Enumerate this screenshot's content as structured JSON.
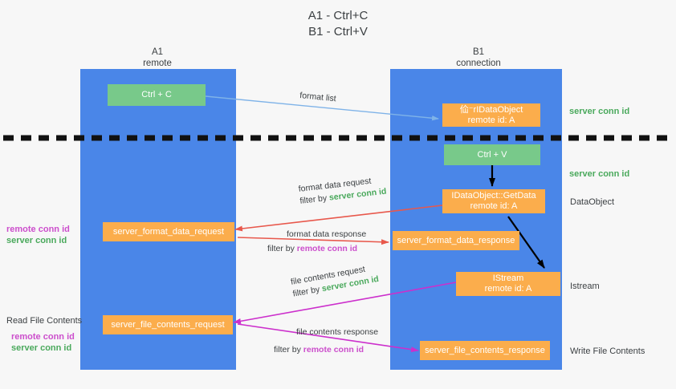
{
  "title": {
    "line1": "A1 - Ctrl+C",
    "line2": "B1 - Ctrl+V"
  },
  "lanes": [
    {
      "name": "A1",
      "sub": "remote"
    },
    {
      "name": "B1",
      "sub": "connection"
    }
  ],
  "boxes": {
    "ctrl_c": "Ctrl + C",
    "ctrl_v": "Ctrl + V",
    "ole_dataobject_line1": "佡⁻rIDataObject",
    "ole_dataobject_line2": "remote id: A",
    "getdata_line1": "IDataObject::GetData",
    "getdata_line2": "remote id: A",
    "istream_line1": "IStream",
    "istream_line2": "remote id: A",
    "server_format_data_request": "server_format_data_request",
    "server_format_data_response": "server_format_data_response",
    "server_file_contents_request": "server_file_contents_request",
    "server_file_contents_response": "server_file_contents_response"
  },
  "edges": {
    "format_list": "format list",
    "format_data_request": "format data request",
    "format_data_request_filter_prefix": "filter by ",
    "format_data_request_filter_key": "server conn id",
    "format_data_response": "format data response",
    "format_data_response_filter_prefix": "filter by ",
    "format_data_response_filter_key": "remote conn id",
    "file_contents_request": "file contents request",
    "file_contents_request_filter_prefix": "filter by ",
    "file_contents_request_filter_key": "server conn id",
    "file_contents_response": "file contents response",
    "file_contents_response_filter_prefix": "filter by ",
    "file_contents_response_filter_key": "remote conn id"
  },
  "right_labels": {
    "server_conn_id_top": "server conn id",
    "server_conn_id_mid": "server conn id",
    "dataobject": "DataObject",
    "istream": "Istream",
    "write_file_contents": "Write File Contents"
  },
  "left_labels": {
    "remote_conn_id_1": "remote conn id",
    "server_conn_id_1": "server conn id",
    "read_file_contents": "Read File Contents",
    "remote_conn_id_2": "remote conn id",
    "server_conn_id_2": "server conn id"
  },
  "colors": {
    "lane": "#4a86e8",
    "green_box": "#78c98a",
    "orange_box": "#fbad4c",
    "green_text": "#4aa95c",
    "purple_text": "#cc4ecc",
    "red_arrow": "#e8584c",
    "magenta_arrow": "#cc2fcc",
    "blue_arrow": "#7fb3e8",
    "black_arrow": "#000000",
    "background": "#f7f7f7"
  }
}
